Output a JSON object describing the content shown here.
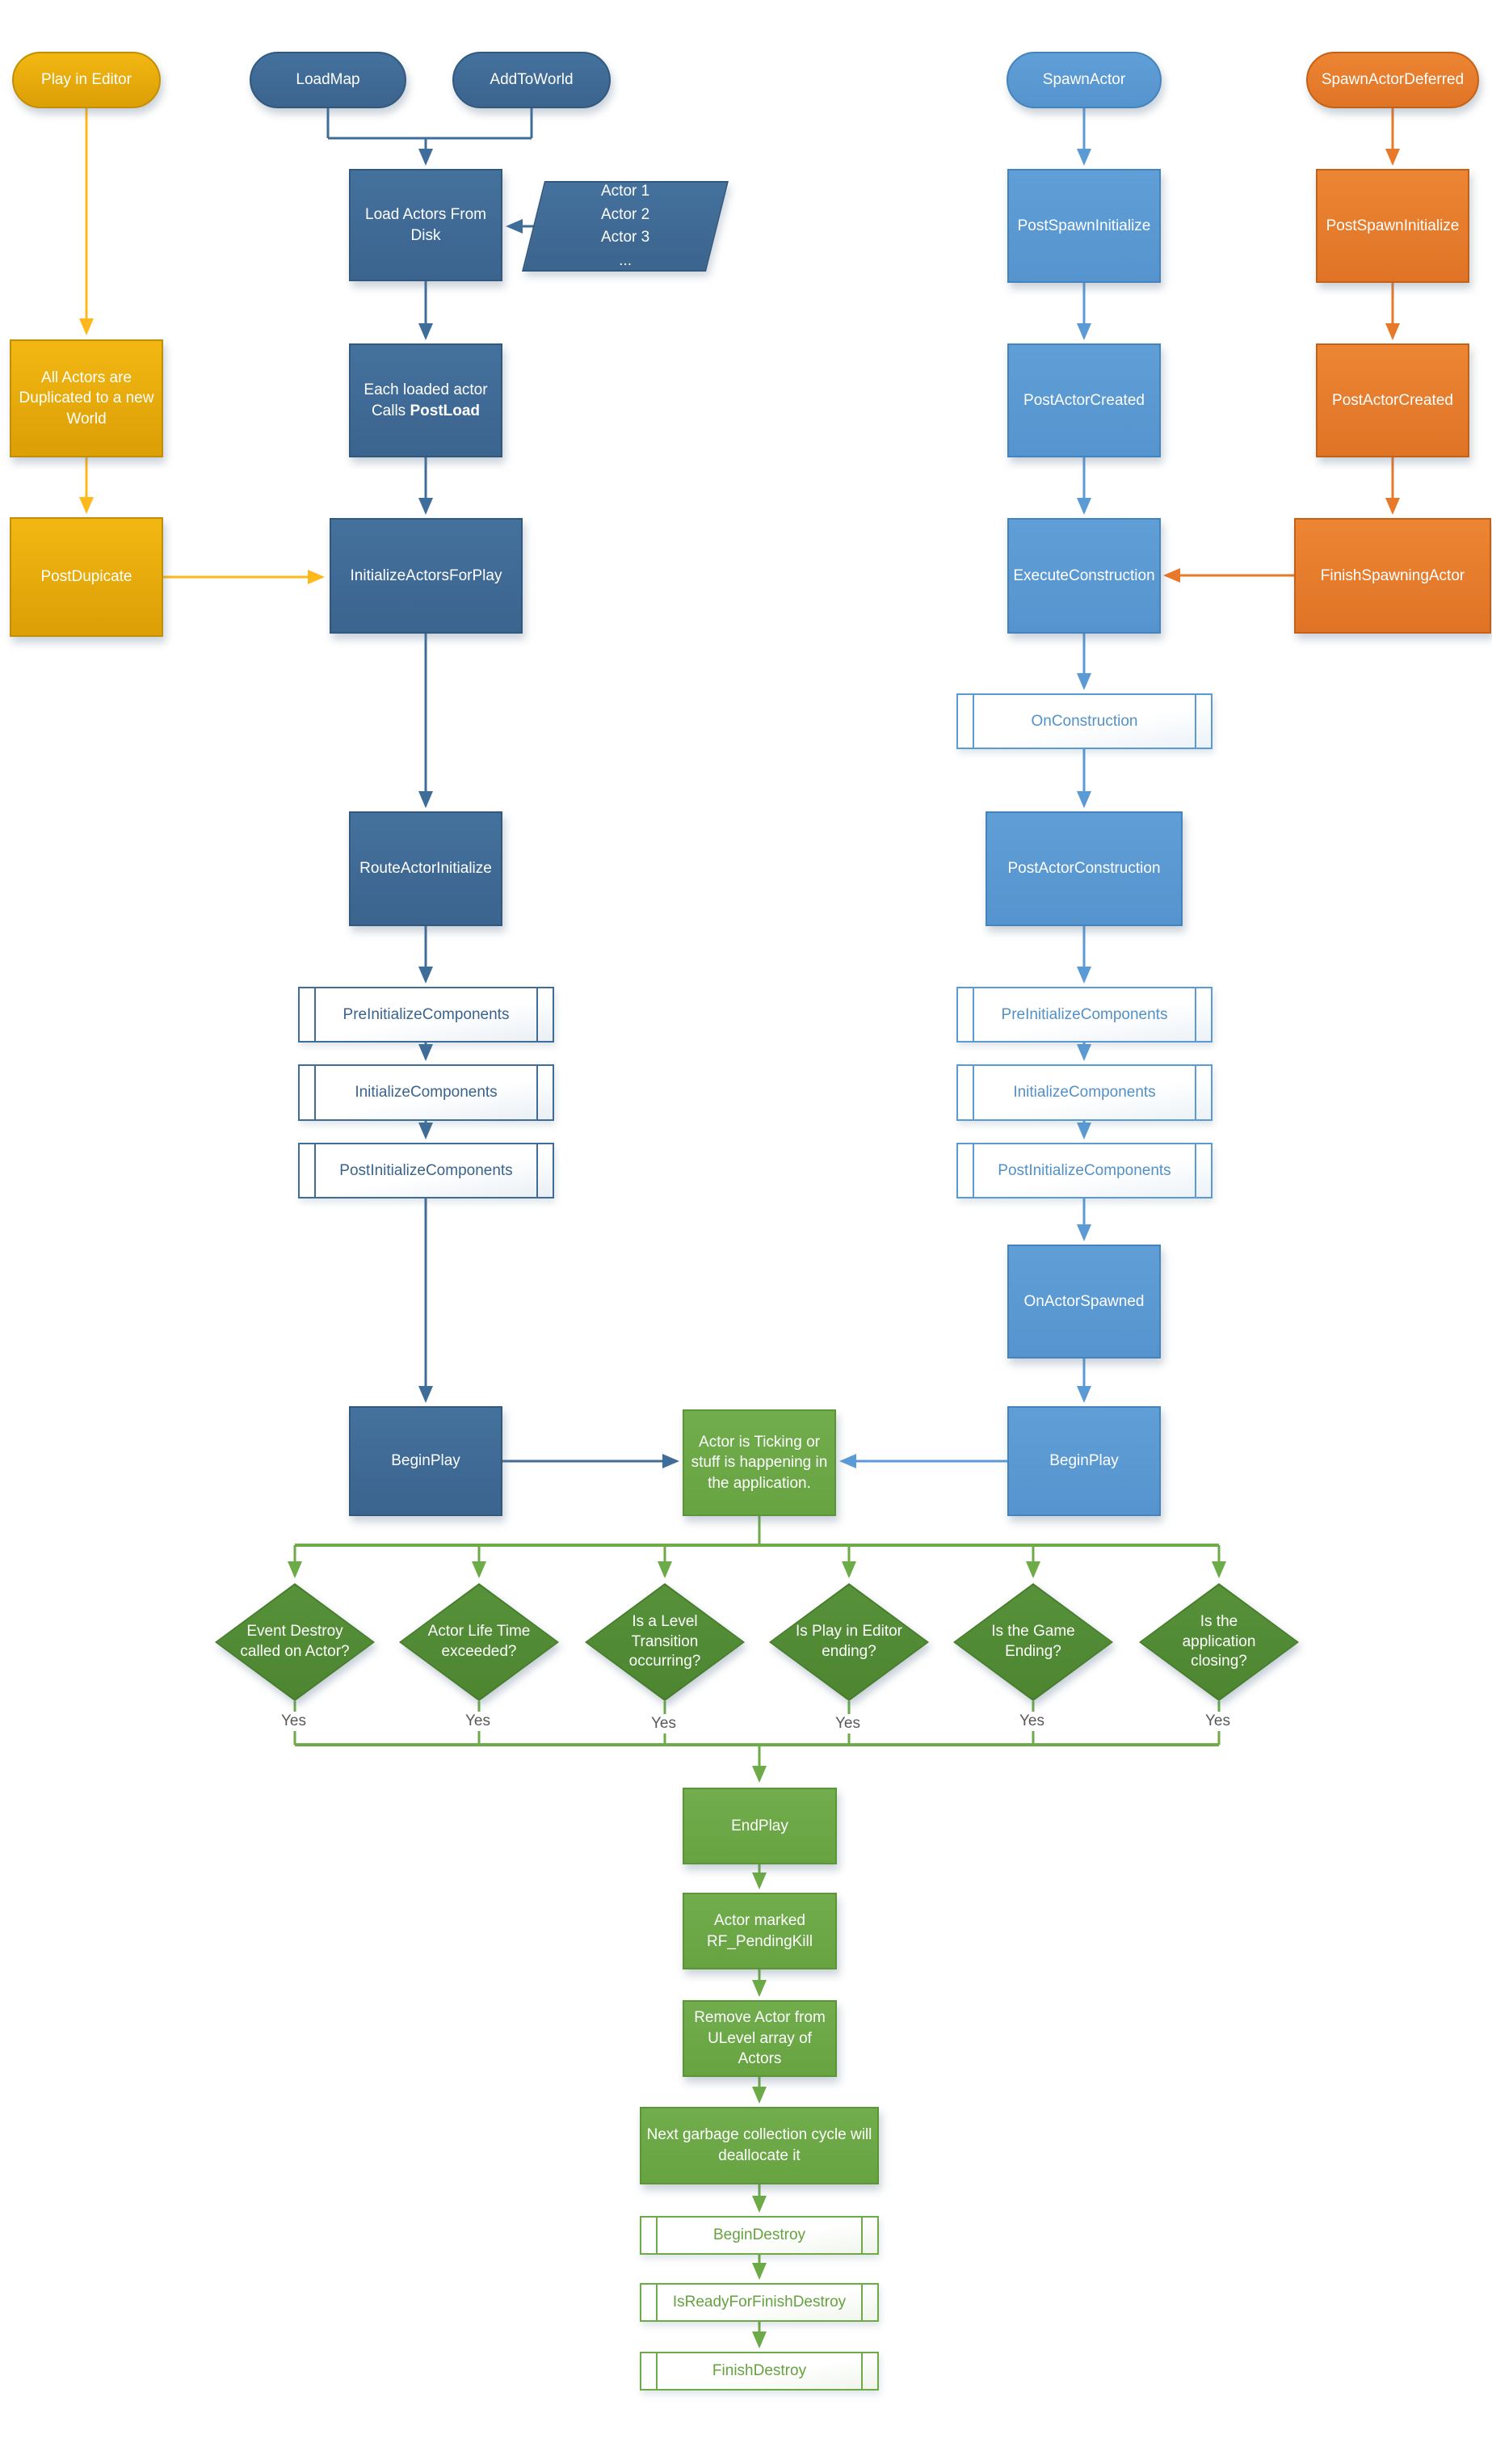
{
  "colors": {
    "yellow_fill": "#E9A90F",
    "yellow_border": "#C18F06",
    "yellow_arrow": "#FFB81C",
    "darkblue_fill": "#3F6D99",
    "darkblue_border": "#32587D",
    "lightblue_fill": "#5B9BD5",
    "lightblue_border": "#4583BC",
    "orange_fill": "#E8812F",
    "orange_border": "#C56117",
    "green_fill": "#6CAB47",
    "green_border": "#5C9537",
    "diamond_fill": "#538C33",
    "yes_text": "#595959"
  },
  "nodes": {
    "play_in_editor": {
      "label": "Play in Editor"
    },
    "load_map": {
      "label": "LoadMap"
    },
    "add_to_world": {
      "label": "AddToWorld"
    },
    "spawn_actor": {
      "label": "SpawnActor"
    },
    "spawn_actor_deferred": {
      "label": "SpawnActorDeferred"
    },
    "load_actors_from_disk": {
      "label": "Load Actors From Disk"
    },
    "actor_list": {
      "items": [
        "Actor 1",
        "Actor 2",
        "Actor 3",
        "..."
      ]
    },
    "all_actors_duplicated": {
      "label": "All Actors are Duplicated to a new World"
    },
    "post_dupicate": {
      "label": "PostDupicate"
    },
    "each_loaded_actor": {
      "line1": "Each loaded actor",
      "line2_prefix": "Calls ",
      "line2_bold": "PostLoad"
    },
    "initialize_actors_for_play": {
      "label": "InitializeActorsForPlay"
    },
    "post_spawn_initialize_spawn": {
      "label": "PostSpawnInitialize"
    },
    "post_spawn_initialize_deferred": {
      "label": "PostSpawnInitialize"
    },
    "post_actor_created_spawn": {
      "label": "PostActorCreated"
    },
    "post_actor_created_deferred": {
      "label": "PostActorCreated"
    },
    "execute_construction": {
      "label": "ExecuteConstruction"
    },
    "finish_spawning_actor": {
      "label": "FinishSpawningActor"
    },
    "on_construction": {
      "label": "OnConstruction"
    },
    "route_actor_initialize": {
      "label": "RouteActorInitialize"
    },
    "post_actor_construction": {
      "label": "PostActorConstruction"
    },
    "pre_initialize_components_left": {
      "label": "PreInitializeComponents"
    },
    "initialize_components_left": {
      "label": "InitializeComponents"
    },
    "post_initialize_components_left": {
      "label": "PostInitializeComponents"
    },
    "pre_initialize_components_right": {
      "label": "PreInitializeComponents"
    },
    "initialize_components_right": {
      "label": "InitializeComponents"
    },
    "post_initialize_components_right": {
      "label": "PostInitializeComponents"
    },
    "on_actor_spawned": {
      "label": "OnActorSpawned"
    },
    "begin_play_load": {
      "label": "BeginPlay"
    },
    "begin_play_spawn": {
      "label": "BeginPlay"
    },
    "actor_ticking": {
      "label": "Actor is Ticking or stuff is happening in the application."
    },
    "end_play": {
      "label": "EndPlay"
    },
    "actor_marked_pending_kill": {
      "label": "Actor marked RF_PendingKill"
    },
    "remove_actor_from_ulevel": {
      "label": "Remove Actor from ULevel array of Actors"
    },
    "next_garbage_collection": {
      "label": "Next garbage collection cycle will deallocate it"
    },
    "begin_destroy": {
      "label": "BeginDestroy"
    },
    "is_ready_for_finish_destroy": {
      "label": "IsReadyForFinishDestroy"
    },
    "finish_destroy": {
      "label": "FinishDestroy"
    }
  },
  "decisions": [
    {
      "question": "Event Destroy called on Actor?",
      "yes": "Yes"
    },
    {
      "question": "Actor Life Time exceeded?",
      "yes": "Yes"
    },
    {
      "question": "Is a Level Transition occurring?",
      "yes": "Yes"
    },
    {
      "question": "Is Play in Editor ending?",
      "yes": "Yes"
    },
    {
      "question": "Is the Game Ending?",
      "yes": "Yes"
    },
    {
      "question": "Is the application closing?",
      "yes": "Yes"
    }
  ]
}
